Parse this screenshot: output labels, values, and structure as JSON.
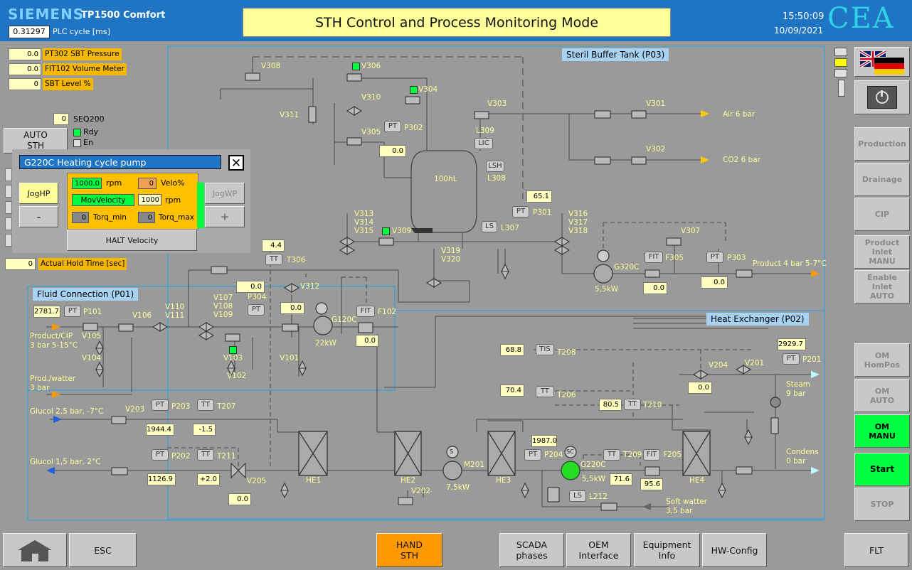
{
  "header": {
    "brand": "SIEMENS",
    "model": "TP1500 Comfort",
    "plc_cycle_value": "0.31297",
    "plc_cycle_label": "PLC cycle [ms]",
    "title": "STH Control and Process Monitoring Mode",
    "time": "15:50:09",
    "date": "10/09/2021",
    "logo": "CEA"
  },
  "left_indicators": [
    {
      "value": "0.0",
      "label": "PT302 SBT Pressure"
    },
    {
      "value": "0.0",
      "label": "FIT102 Volume Meter"
    },
    {
      "value": "0",
      "label": "SBT Level %"
    }
  ],
  "seq": {
    "value": "0",
    "label": "SEQ200"
  },
  "auto_sth": {
    "label": "AUTO\nSTH",
    "rdy": "Rdy",
    "en": "En"
  },
  "hold_time": {
    "value": "0",
    "label": "Actual Hold Time [sec]"
  },
  "popup": {
    "title": "G220C Heating cycle pump",
    "close": "✕",
    "jog_hp": "JogHP",
    "jog_wp": "JogWP",
    "minus": "-",
    "plus": "+",
    "speed_value": "1000.0",
    "speed_unit": "rpm",
    "velo_value": "0",
    "velo_label": "Velo%",
    "mov_velocity": "MovVelocity",
    "mov_value": "1000",
    "mov_unit": "rpm",
    "torq_min_value": "0",
    "torq_min_label": "Torq_min",
    "torq_max_value": "0",
    "torq_max_label": "Torq_max",
    "halt": "HALT Velocity"
  },
  "sections": {
    "p03": "Steril Buffer Tank (P03)",
    "p01": "Fluid Connection (P01)",
    "p02": "Heat Exchanger (P02)"
  },
  "values": {
    "p302": "0.0",
    "p301": "65.1",
    "t306": "4.4",
    "p304": "0.0",
    "v312": "0.0",
    "f102": "0.0",
    "p101": "2781.7",
    "f305": "0.0",
    "p303": "0.0",
    "t208": "68.8",
    "t206": "70.4",
    "t210": "80.5",
    "v204": "0.0",
    "p201": "2929.7",
    "p203": "1944.4",
    "t207": "-1.5",
    "p202": "1126.9",
    "t211": "+2.0",
    "v205": "0.0",
    "p204": "1987.0",
    "t209": "71.6",
    "f205": "95.6"
  },
  "labels": {
    "v308": "V308",
    "v306": "V306",
    "v304": "V304",
    "v303": "V303",
    "v310": "V310",
    "v311": "V311",
    "v305": "V305",
    "v301": "V301",
    "v302": "V302",
    "air": "Air 6 bar",
    "co2": "CO2 6 bar",
    "l309": "L309",
    "lic": "LIC",
    "lsh": "LSH",
    "l308": "L308",
    "pt": "PT",
    "p302": "P302",
    "tank": "100hL",
    "p301": "P301",
    "ls": "LS",
    "l307": "L307",
    "v313": "V313",
    "v314": "V314",
    "v315": "V315",
    "v309": "V309",
    "v316": "V316",
    "v317": "V317",
    "v318": "V318",
    "v319": "V319",
    "v320": "V320",
    "v307": "V307",
    "g320c": "G320C",
    "g320kw": "5,5kW",
    "fit": "FIT",
    "f305": "F305",
    "p303": "P303",
    "product4": "Product 4 bar 5-7°C",
    "tt": "TT",
    "t306": "T306",
    "p304": "P304",
    "v312": "V312",
    "g120c": "G120C",
    "g120kw": "22kW",
    "f102": "F102",
    "p101": "P101",
    "v106": "V106",
    "v110": "V110",
    "v111": "V111",
    "v107": "V107",
    "v108": "V108",
    "v109": "V109",
    "v105": "V105",
    "v104": "V104",
    "v103": "V103",
    "v102": "V102",
    "v101": "V101",
    "productcip": "Product/CIP\n3 bar 5-15°C",
    "prodwatter": "Prod./watter\n3 bar",
    "tis": "TIS",
    "t208": "T208",
    "t206": "T206",
    "t210": "T210",
    "v204": "V204",
    "v201": "V201",
    "p201": "P201",
    "steam": "Steam\n9 bar",
    "glycol25": "Glucol 2,5 bar, -7°C",
    "v203": "V203",
    "p203": "P203",
    "t207": "T207",
    "glycol15": "Glucol 1,5 bar, 2°C",
    "p202": "P202",
    "t211": "T211",
    "v205": "V205",
    "he1": "HE1",
    "he2": "HE2",
    "v202": "V202",
    "m201": "M201",
    "m201kw": "7,5kW",
    "he3": "HE3",
    "p204": "P204",
    "g220c": "G220C",
    "g220kw": "5,5kW",
    "t209": "T209",
    "f205": "F205",
    "he4": "HE4",
    "condens": "Condens\n0 bar",
    "l212": "L212",
    "softwater": "Soft watter\n3,5 bar",
    "s": "S",
    "sc": "SC"
  },
  "right_buttons": [
    "Production",
    "Drainage",
    "CIP",
    "Product\nInlet\nMANU",
    "Enable\nInlet\nAUTO",
    "OM\nHomPos",
    "OM\nAUTO",
    "OM\nMANU",
    "Start",
    "STOP"
  ],
  "bottom_buttons": {
    "esc": "ESC",
    "hand": "HAND\nSTH",
    "scada": "SCADA\nphases",
    "oem": "OEM\nInterface",
    "equip": "Equipment\nInfo",
    "hw": "HW-Config",
    "flt": "FLT"
  },
  "colors": {
    "header": "#1f74c4",
    "title_bg": "#ffff99",
    "active_green": "#00ff40",
    "hand_orange": "#ff9900"
  }
}
